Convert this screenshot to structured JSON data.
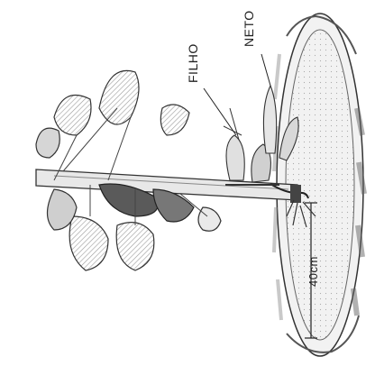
{
  "labels": {
    "neto": "NETO",
    "filho": "FILHO",
    "depth": "40cm"
  },
  "colors": {
    "ink": "#222222",
    "shade": "#8a8a8a",
    "light_shade": "#c8c8c8",
    "background": "#ffffff"
  }
}
